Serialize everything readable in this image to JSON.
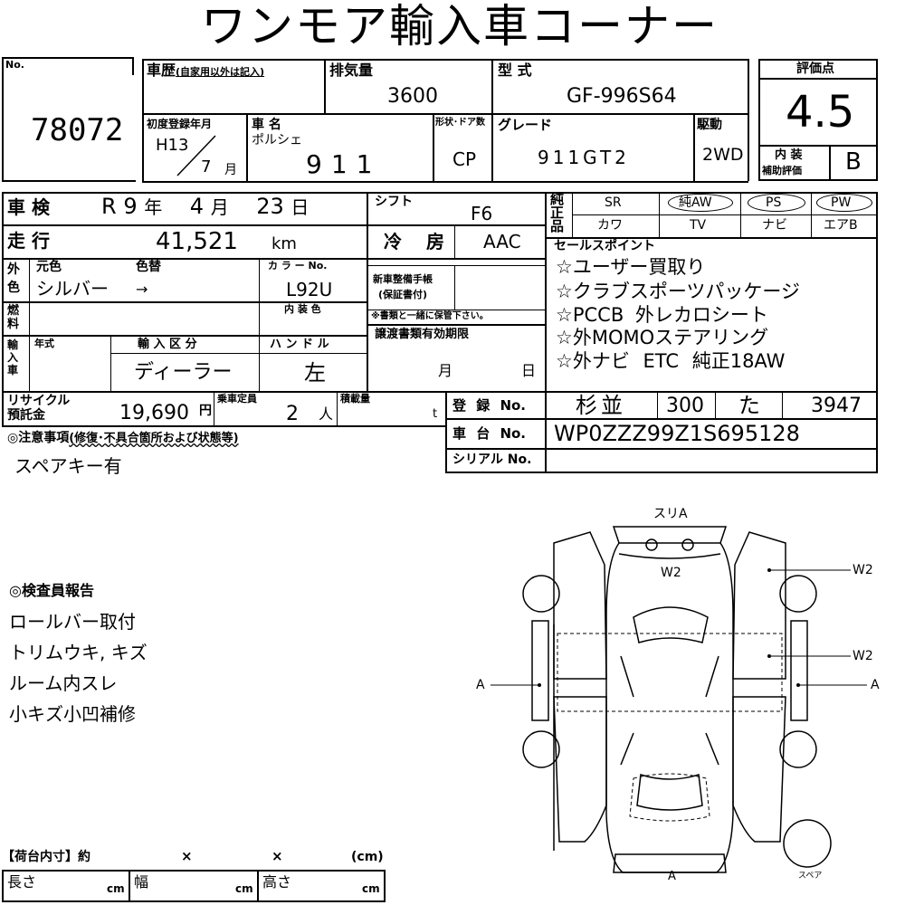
{
  "title": "ワンモア輸入車コーナー",
  "no_label": "No.",
  "no_value": "78072",
  "history": {
    "label": "車歴",
    "note": "(自家用以外は記入)"
  },
  "displacement": {
    "label": "排気量",
    "value": "3600"
  },
  "model": {
    "label": "型 式",
    "value": "GF-996S64"
  },
  "rating": {
    "label": "評価点",
    "value": "4.5",
    "interior_label_1": "内 装",
    "interior_label_2": "補助評価",
    "interior_value": "B"
  },
  "first_reg": {
    "label": "初度登録年月",
    "era": "H13",
    "month": "7",
    "month_unit": "月"
  },
  "car_name": {
    "label": "車 名",
    "maker": "ポルシェ",
    "value": "911"
  },
  "body": {
    "label": "形状･ドア数",
    "value": "CP"
  },
  "grade": {
    "label": "グレード",
    "value": "911GT2"
  },
  "drive": {
    "label": "駆動",
    "value": "2WD"
  },
  "shaken": {
    "label": "車 検",
    "era": "R",
    "year": "9",
    "y": "年",
    "month": "4",
    "m": "月",
    "day": "23",
    "d": "日"
  },
  "shift": {
    "label": "シフト",
    "value": "F6"
  },
  "equip": {
    "label": "純正品",
    "row1": [
      "SR",
      "純AW",
      "PS",
      "PW"
    ],
    "row2": [
      "カワ",
      "TV",
      "ナビ",
      "エアB"
    ]
  },
  "mileage": {
    "label": "走 行",
    "value": "41,521",
    "unit": "km"
  },
  "ac": {
    "label": "冷 房",
    "value": "AAC"
  },
  "sales": {
    "label": "セールスポイント",
    "points": [
      "☆ユーザー買取り",
      "☆クラブスポーツパッケージ",
      "☆PCCB 外レカロシート",
      "☆外MOMOステアリング",
      "☆外ナビ ETC 純正18AW"
    ]
  },
  "color": {
    "side_label": "外色",
    "orig_label": "元色",
    "change_label": "色替",
    "orig_value": "シルバー",
    "arrow": "→",
    "code_label": "カ ラ ー No.",
    "code_value": "L92U",
    "interior_label": "内 装 色"
  },
  "warranty": {
    "label": "新車整備手帳",
    "sub": "(保証書付)",
    "note": "※書類と一緒に保管下さい。"
  },
  "fuel_label": "燃料",
  "import": {
    "side_label": "輸入車",
    "year_label": "年式",
    "type_label": "輸 入 区 分",
    "type_value": "ディーラー",
    "handle_label": "ハ ン ド ル",
    "handle_value": "左"
  },
  "transfer": {
    "label": "譲渡書類有効期限",
    "m": "月",
    "d": "日"
  },
  "recycle": {
    "label1": "リサイクル",
    "label2": "預託金",
    "value": "19,690",
    "unit": "円"
  },
  "capacity": {
    "label": "乗車定員",
    "value": "2",
    "unit": "人"
  },
  "load": {
    "label": "積載量",
    "unit": "t"
  },
  "registration": {
    "label": "登 録 No.",
    "area": "杉並",
    "class": "300",
    "kana": "た",
    "number": "3947"
  },
  "chassis": {
    "label": "車 台 No.",
    "value": "WP0ZZZ99Z1S695128"
  },
  "serial": {
    "label": "シリアル No."
  },
  "caution": {
    "label": "◎注意事項",
    "sub": "(修復･不具合箇所および状態等)",
    "value": "スペアキー有"
  },
  "inspector": {
    "label": "◎検査員報告",
    "lines": [
      "ロールバー取付",
      "トリムウキ, キズ",
      "ルーム内スレ",
      "小キズ小凹補修"
    ]
  },
  "cargo": {
    "label": "【荷台内寸】約",
    "x1": "×",
    "x2": "×",
    "unit_paren": "(cm)",
    "length": "長さ",
    "width": "幅",
    "height": "高さ",
    "cm": "cm"
  },
  "diagram": {
    "top_label": "スリA",
    "hood_mark": "W2",
    "right_top": "W2",
    "right_mid": "W2",
    "left_side": "A",
    "right_side": "A",
    "bottom": "A",
    "spare": "スペア"
  }
}
